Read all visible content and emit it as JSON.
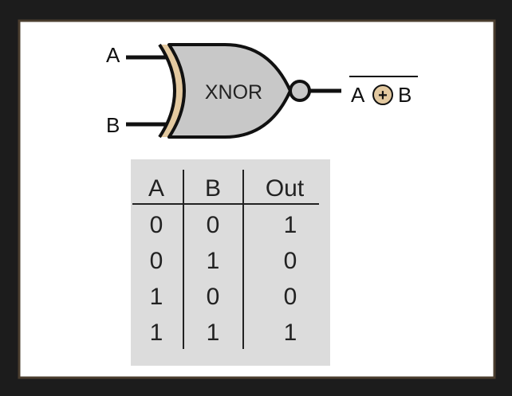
{
  "gate": {
    "name": "XNOR",
    "input_a": "A",
    "input_b": "B",
    "output": {
      "left": "A",
      "operator": "+",
      "right": "B"
    }
  },
  "truth_table": {
    "headers": [
      "A",
      "B",
      "Out"
    ],
    "rows": [
      [
        "0",
        "0",
        "1"
      ],
      [
        "0",
        "1",
        "0"
      ],
      [
        "1",
        "0",
        "0"
      ],
      [
        "1",
        "1",
        "1"
      ]
    ]
  },
  "colors": {
    "outer_background": "#1c1c1c",
    "frame_fill": "#ffffff",
    "frame_border": "#4a3d2e",
    "gate_fill": "#c8c8c8",
    "gate_stroke": "#111111",
    "input_band": "#e3c9a0",
    "table_fill": "#dcdcdc",
    "table_text": "#222222"
  }
}
